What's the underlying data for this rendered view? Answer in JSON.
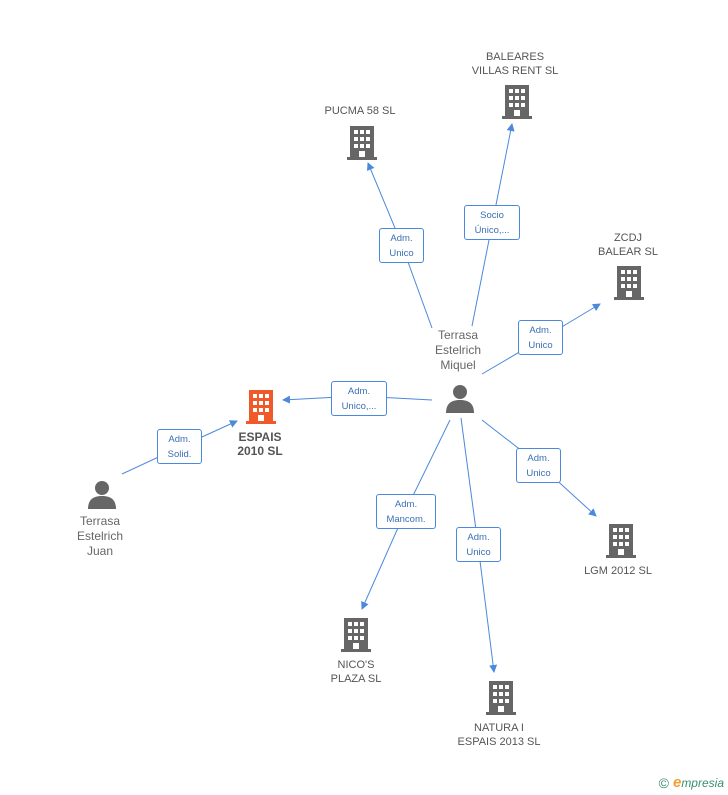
{
  "colors": {
    "edge": "#4a89dc",
    "building": "#666666",
    "main_building": "#f0592a",
    "person": "#666666"
  },
  "nodes": {
    "main": {
      "label": "ESPAIS\n2010 SL",
      "type": "company-main"
    },
    "miquel": {
      "label": "Terrasa\nEstelrich\nMiquel",
      "type": "person"
    },
    "juan": {
      "label": "Terrasa\nEstelrich\nJuan",
      "type": "person"
    },
    "pucma": {
      "label": "PUCMA 58 SL",
      "type": "company"
    },
    "baleares": {
      "label": "BALEARES\nVILLAS RENT SL",
      "type": "company"
    },
    "zcdj": {
      "label": "ZCDJ\nBALEAR SL",
      "type": "company"
    },
    "lgm": {
      "label": "LGM 2012 SL",
      "type": "company"
    },
    "natura": {
      "label": "NATURA I\nESPAIS 2013 SL",
      "type": "company"
    },
    "nicos": {
      "label": "NICO'S\nPLAZA SL",
      "type": "company"
    }
  },
  "edges": {
    "pucma": {
      "label": "Adm.\nUnico"
    },
    "baleares": {
      "label": "Socio\nÚnico,..."
    },
    "zcdj": {
      "label": "Adm.\nUnico"
    },
    "main": {
      "label": "Adm.\nUnico,..."
    },
    "lgm": {
      "label": "Adm.\nUnico"
    },
    "natura": {
      "label": "Adm.\nUnico"
    },
    "nicos": {
      "label": "Adm.\nMancom."
    },
    "juan": {
      "label": "Adm.\nSolid."
    }
  },
  "footer": {
    "copyright": "©",
    "brand_initial": "e",
    "brand_rest": "mpresia"
  }
}
